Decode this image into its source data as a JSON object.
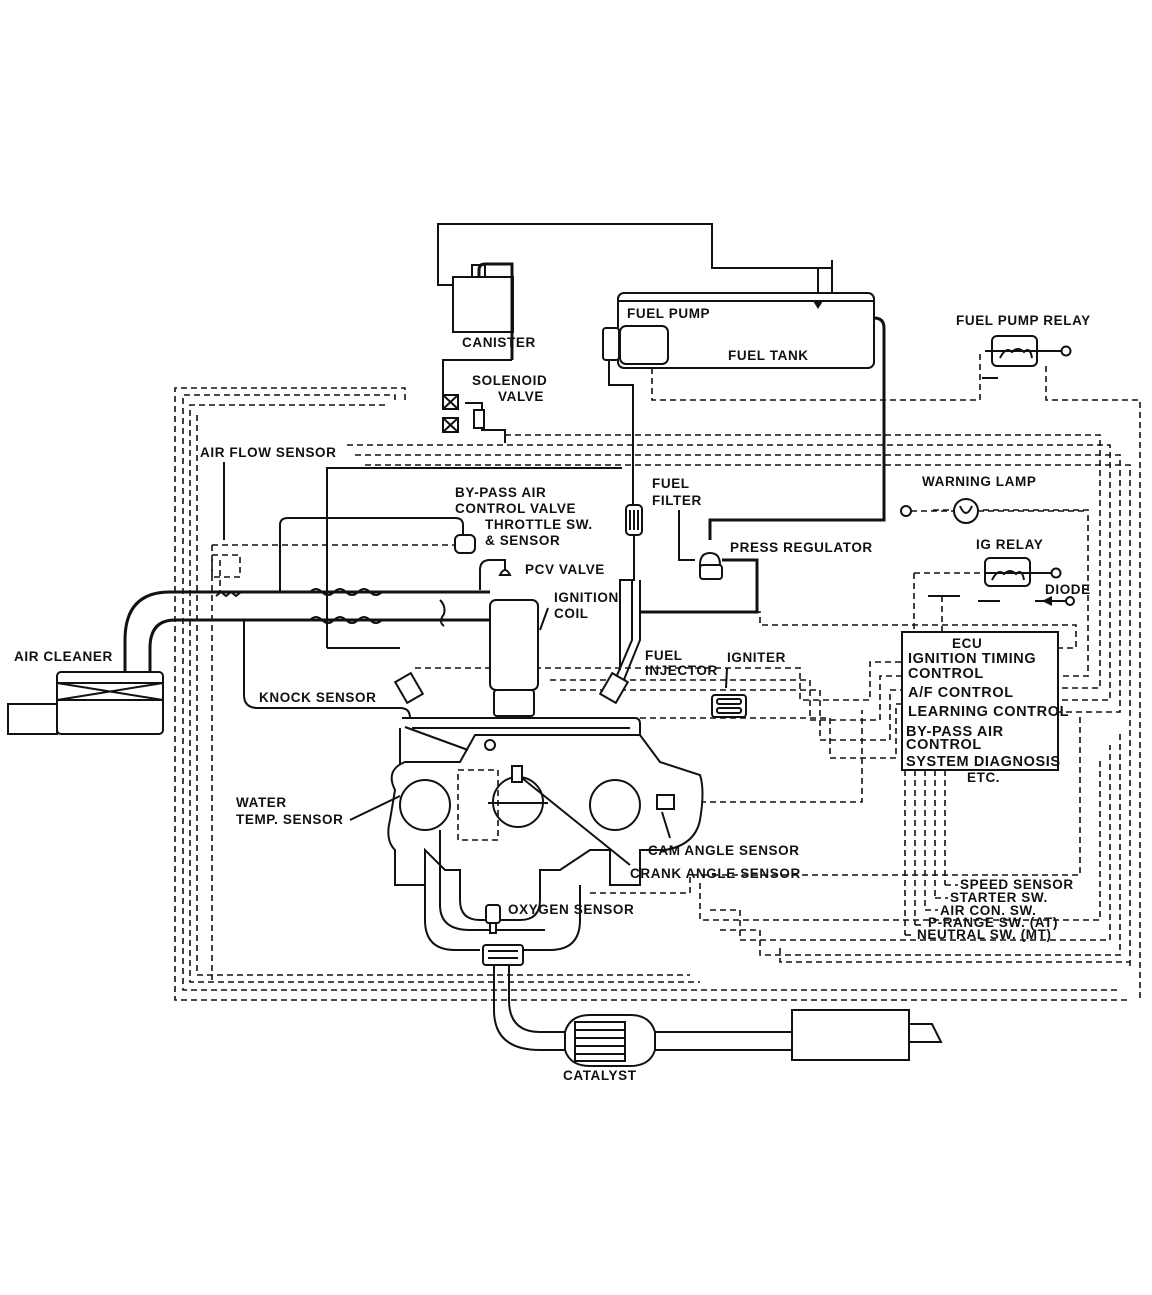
{
  "title": "Engine control system diagram",
  "background": "#ffffff",
  "ink": "#111111",
  "components": {
    "canister": "CANISTER",
    "fuel_pump": "FUEL PUMP",
    "fuel_tank": "FUEL TANK",
    "fuel_pump_relay": "FUEL PUMP RELAY",
    "solenoid_valve_1": "SOLENOID",
    "solenoid_valve_2": "VALVE",
    "air_flow_sensor": "AIR FLOW SENSOR",
    "bypass_air_1": "BY-PASS AIR",
    "bypass_air_2": "CONTROL VALVE",
    "throttle_1": "THROTTLE SW.",
    "throttle_2": "& SENSOR",
    "pcv_valve": "PCV VALVE",
    "ignition_coil_1": "IGNITION",
    "ignition_coil_2": "COIL",
    "fuel_filter_1": "FUEL",
    "fuel_filter_2": "FILTER",
    "press_regulator": "PRESS REGULATOR",
    "warning_lamp": "WARNING LAMP",
    "ig_relay": "IG RELAY",
    "diode": "DIODE",
    "air_cleaner": "AIR CLEANER",
    "fuel_injector_1": "FUEL",
    "fuel_injector_2": "INJECTOR",
    "igniter": "IGNITER",
    "knock_sensor": "KNOCK SENSOR",
    "water_temp_1": "WATER",
    "water_temp_2": "TEMP. SENSOR",
    "cam_angle_sensor": "CAM ANGLE SENSOR",
    "crank_angle_sensor": "CRANK ANGLE SENSOR",
    "oxygen_sensor": "OXYGEN SENSOR",
    "catalyst": "CATALYST"
  },
  "ecu": {
    "title": "ECU",
    "functions": [
      "IGNITION TIMING",
      "CONTROL",
      "A/F CONTROL",
      "LEARNING CONTROL",
      "BY-PASS AIR",
      "CONTROL",
      "SYSTEM DIAGNOSIS",
      "ETC."
    ],
    "inputs": [
      "SPEED SENSOR",
      "STARTER SW.",
      "AIR CON. SW.",
      "P-RANGE SW. (AT)",
      "NEUTRAL SW. (MT)"
    ]
  }
}
